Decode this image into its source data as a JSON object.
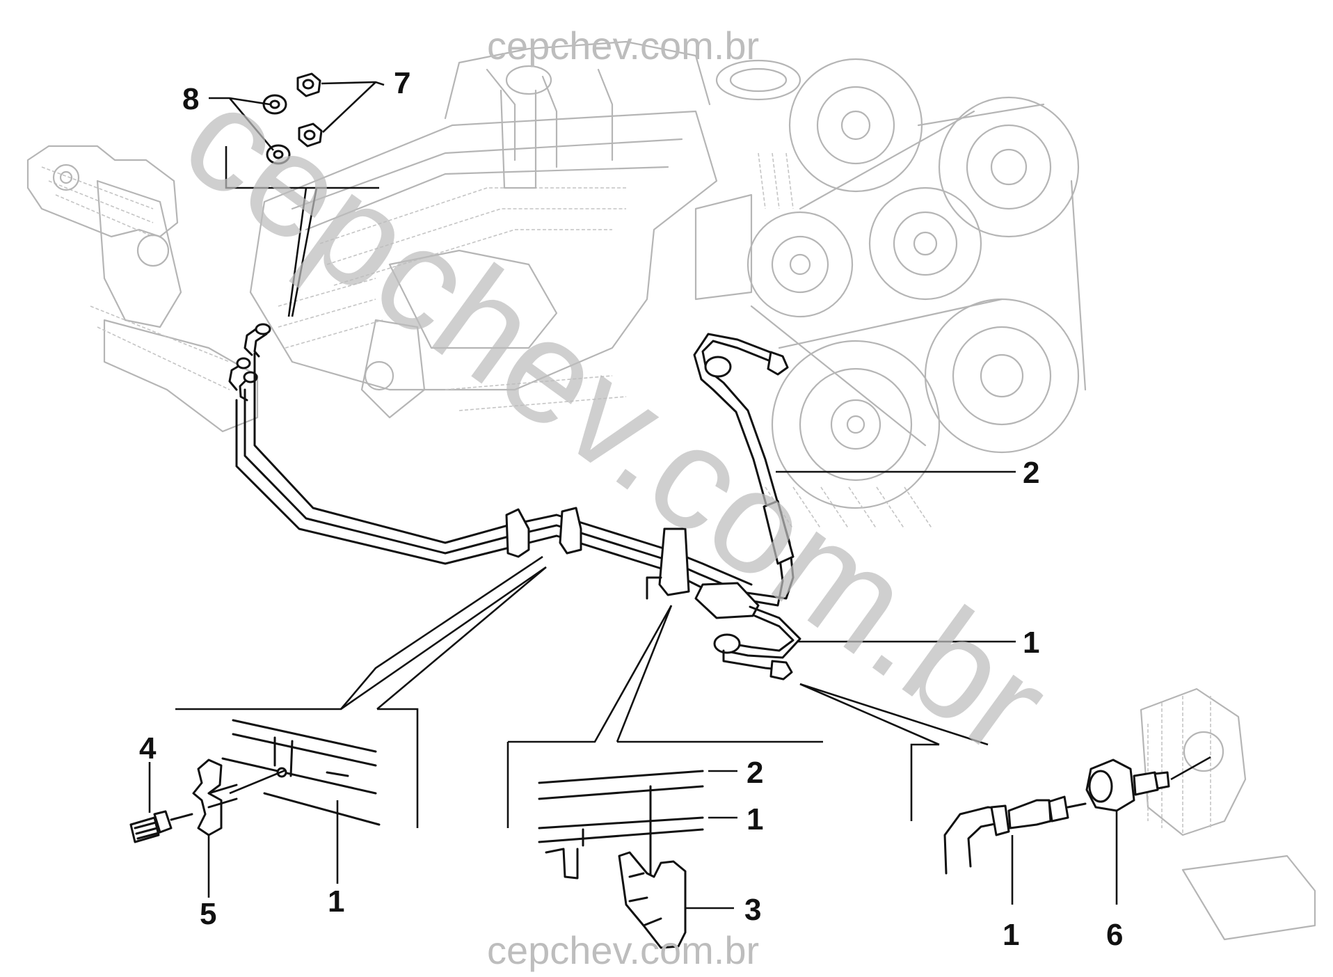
{
  "watermark": {
    "top": "cepchev.com.br",
    "bottom": "cepchev.com.br",
    "diagonal": "cepchev.com.br"
  },
  "callouts": {
    "nuts_top": "7",
    "washers_top": "8",
    "fuel_return_line": "2",
    "fuel_feed_line": "1",
    "bolt": "4",
    "clamp": "5",
    "detail_line_left": "1",
    "detail_line_2": "2",
    "detail_line_1": "1",
    "retainer_clip": "3",
    "detail_hose": "1",
    "connector": "6"
  },
  "colors": {
    "ink": "#111111",
    "ghost": "#b5b5b5",
    "watermark": "#bdbdbd"
  }
}
